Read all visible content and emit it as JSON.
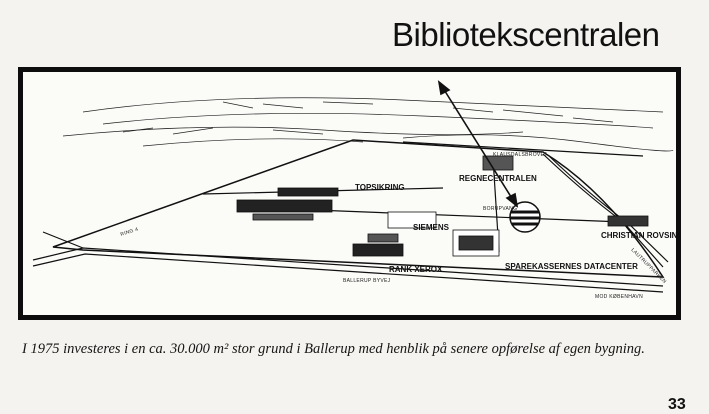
{
  "header": {
    "title": "Bibliotekscentralen"
  },
  "map": {
    "labels": {
      "topsikring": "TOPSIKRING",
      "regnecentralen": "REGNECENTRALEN",
      "siemens": "SIEMENS",
      "rank_xerox": "RANK XEROX",
      "christian_rovsing": "CHRISTIAN ROVSING",
      "sparekassernes": "SPAREKASSERNES DATACENTER",
      "klausdalsbrovej": "KLAUSDALSBROVEJ",
      "borupvang": "BORUPVANG",
      "ballerup_byvej": "BALLERUP BYVEJ",
      "mod_kobenhavn": "MOD KØBENHAVN",
      "ring4": "RING 4",
      "lautrupparken": "LAUTRUPPARKEN"
    }
  },
  "caption": "I 1975 investeres i en ca. 30.000 m² stor grund i Ballerup med henblik på senere opførelse af egen bygning.",
  "page_number": "33"
}
